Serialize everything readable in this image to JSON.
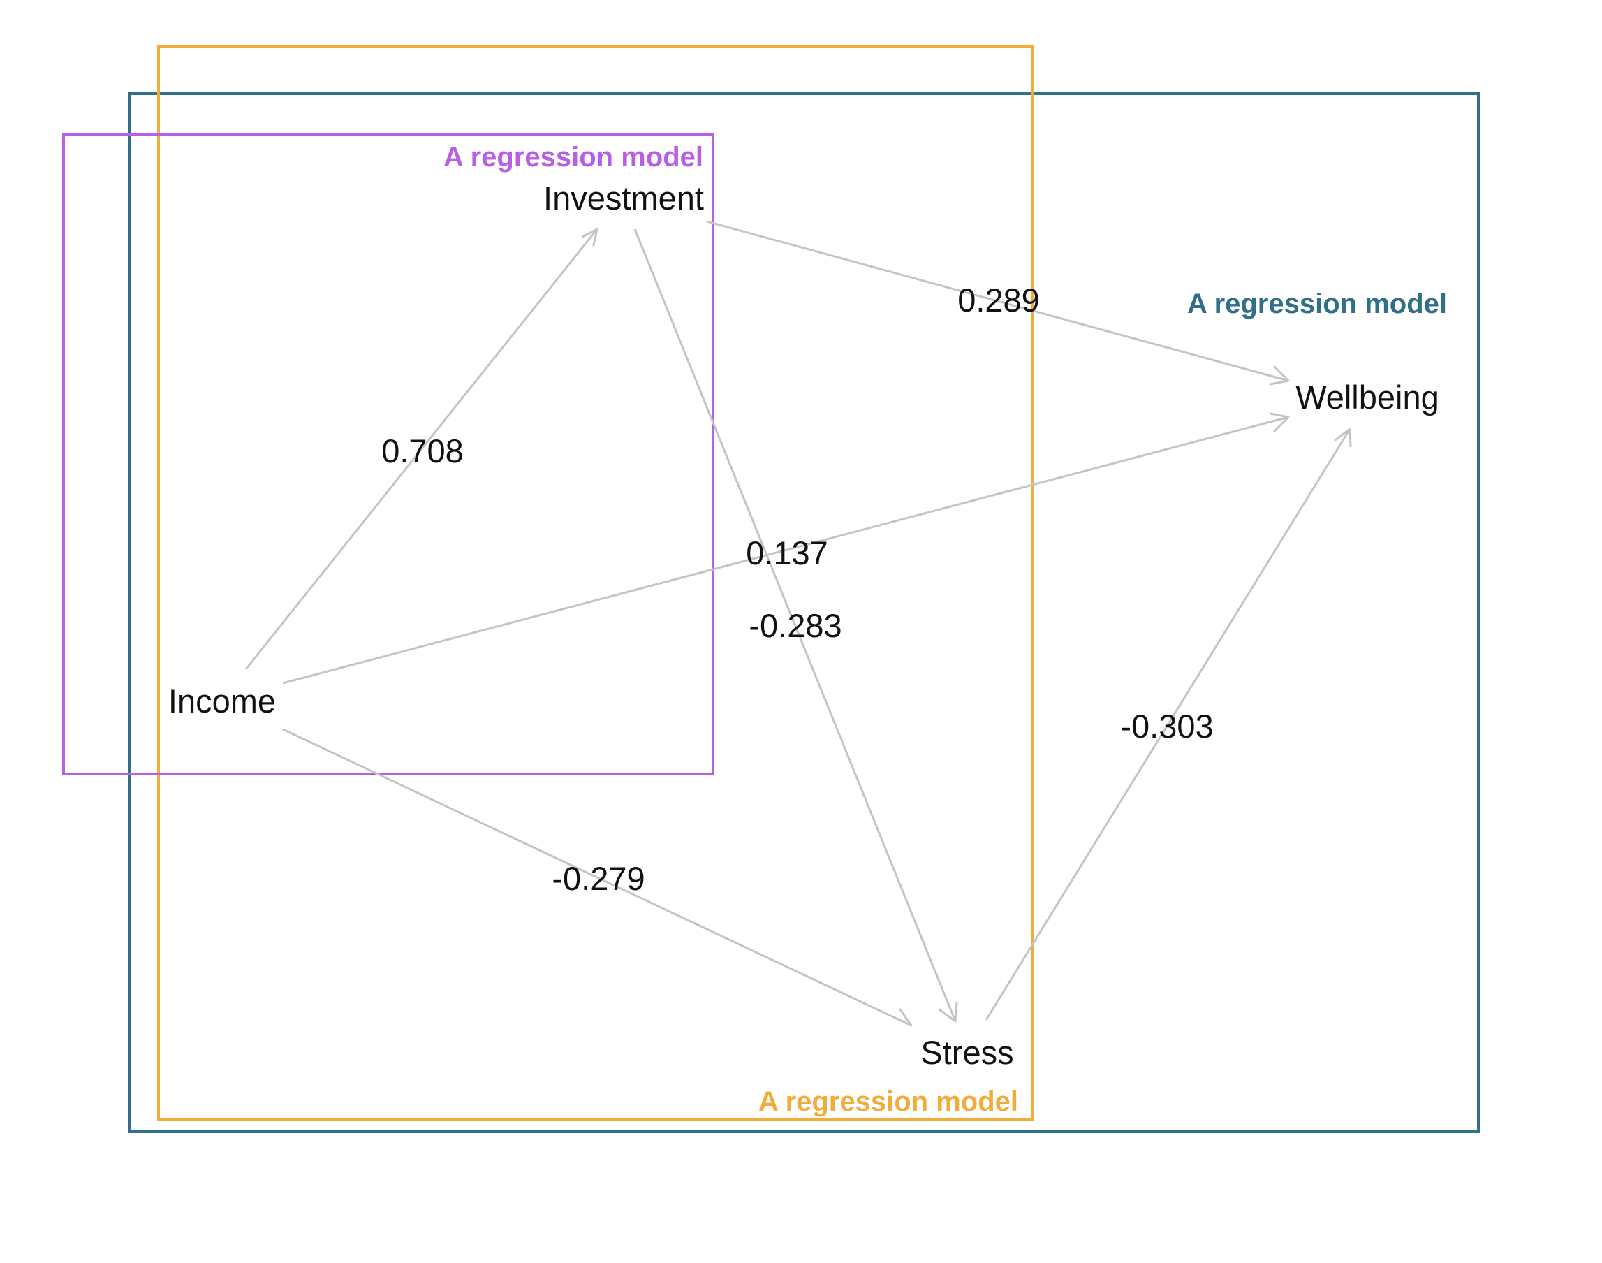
{
  "colors": {
    "group_teal": "#2f6f87",
    "group_orange": "#f0ad3c",
    "group_purple": "#b760e6",
    "edge": "#c4c4c4",
    "text": "#111111"
  },
  "groups": {
    "teal": {
      "label": "A regression model"
    },
    "orange": {
      "label": "A regression model"
    },
    "purple": {
      "label": "A regression model"
    }
  },
  "nodes": {
    "investment": {
      "label": "Investment"
    },
    "wellbeing": {
      "label": "Wellbeing"
    },
    "income": {
      "label": "Income"
    },
    "stress": {
      "label": "Stress"
    }
  },
  "edges": {
    "income_investment": {
      "from": "Income",
      "to": "Investment",
      "label": "0.708"
    },
    "investment_wellbeing": {
      "from": "Investment",
      "to": "Wellbeing",
      "label": "0.289"
    },
    "income_wellbeing": {
      "from": "Income",
      "to": "Wellbeing",
      "label": "0.137"
    },
    "investment_stress": {
      "from": "Investment",
      "to": "Stress",
      "label": "-0.283"
    },
    "income_stress": {
      "from": "Income",
      "to": "Stress",
      "label": "-0.279"
    },
    "stress_wellbeing": {
      "from": "Stress",
      "to": "Wellbeing",
      "label": "-0.303"
    }
  }
}
